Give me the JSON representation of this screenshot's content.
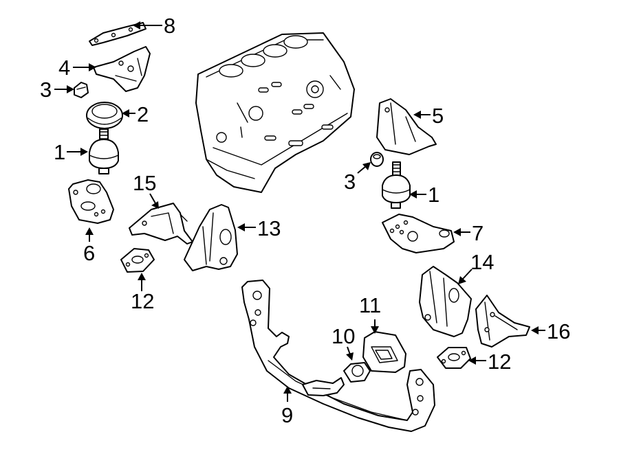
{
  "callouts": {
    "c1a": "1",
    "c1b": "1",
    "c2": "2",
    "c3a": "3",
    "c3b": "3",
    "c4": "4",
    "c5": "5",
    "c6": "6",
    "c7": "7",
    "c8": "8",
    "c9": "9",
    "c10": "10",
    "c11": "11",
    "c12a": "12",
    "c12b": "12",
    "c13": "13",
    "c14": "14",
    "c15": "15",
    "c16": "16"
  },
  "colors": {
    "line": "#000000",
    "background": "#ffffff"
  }
}
